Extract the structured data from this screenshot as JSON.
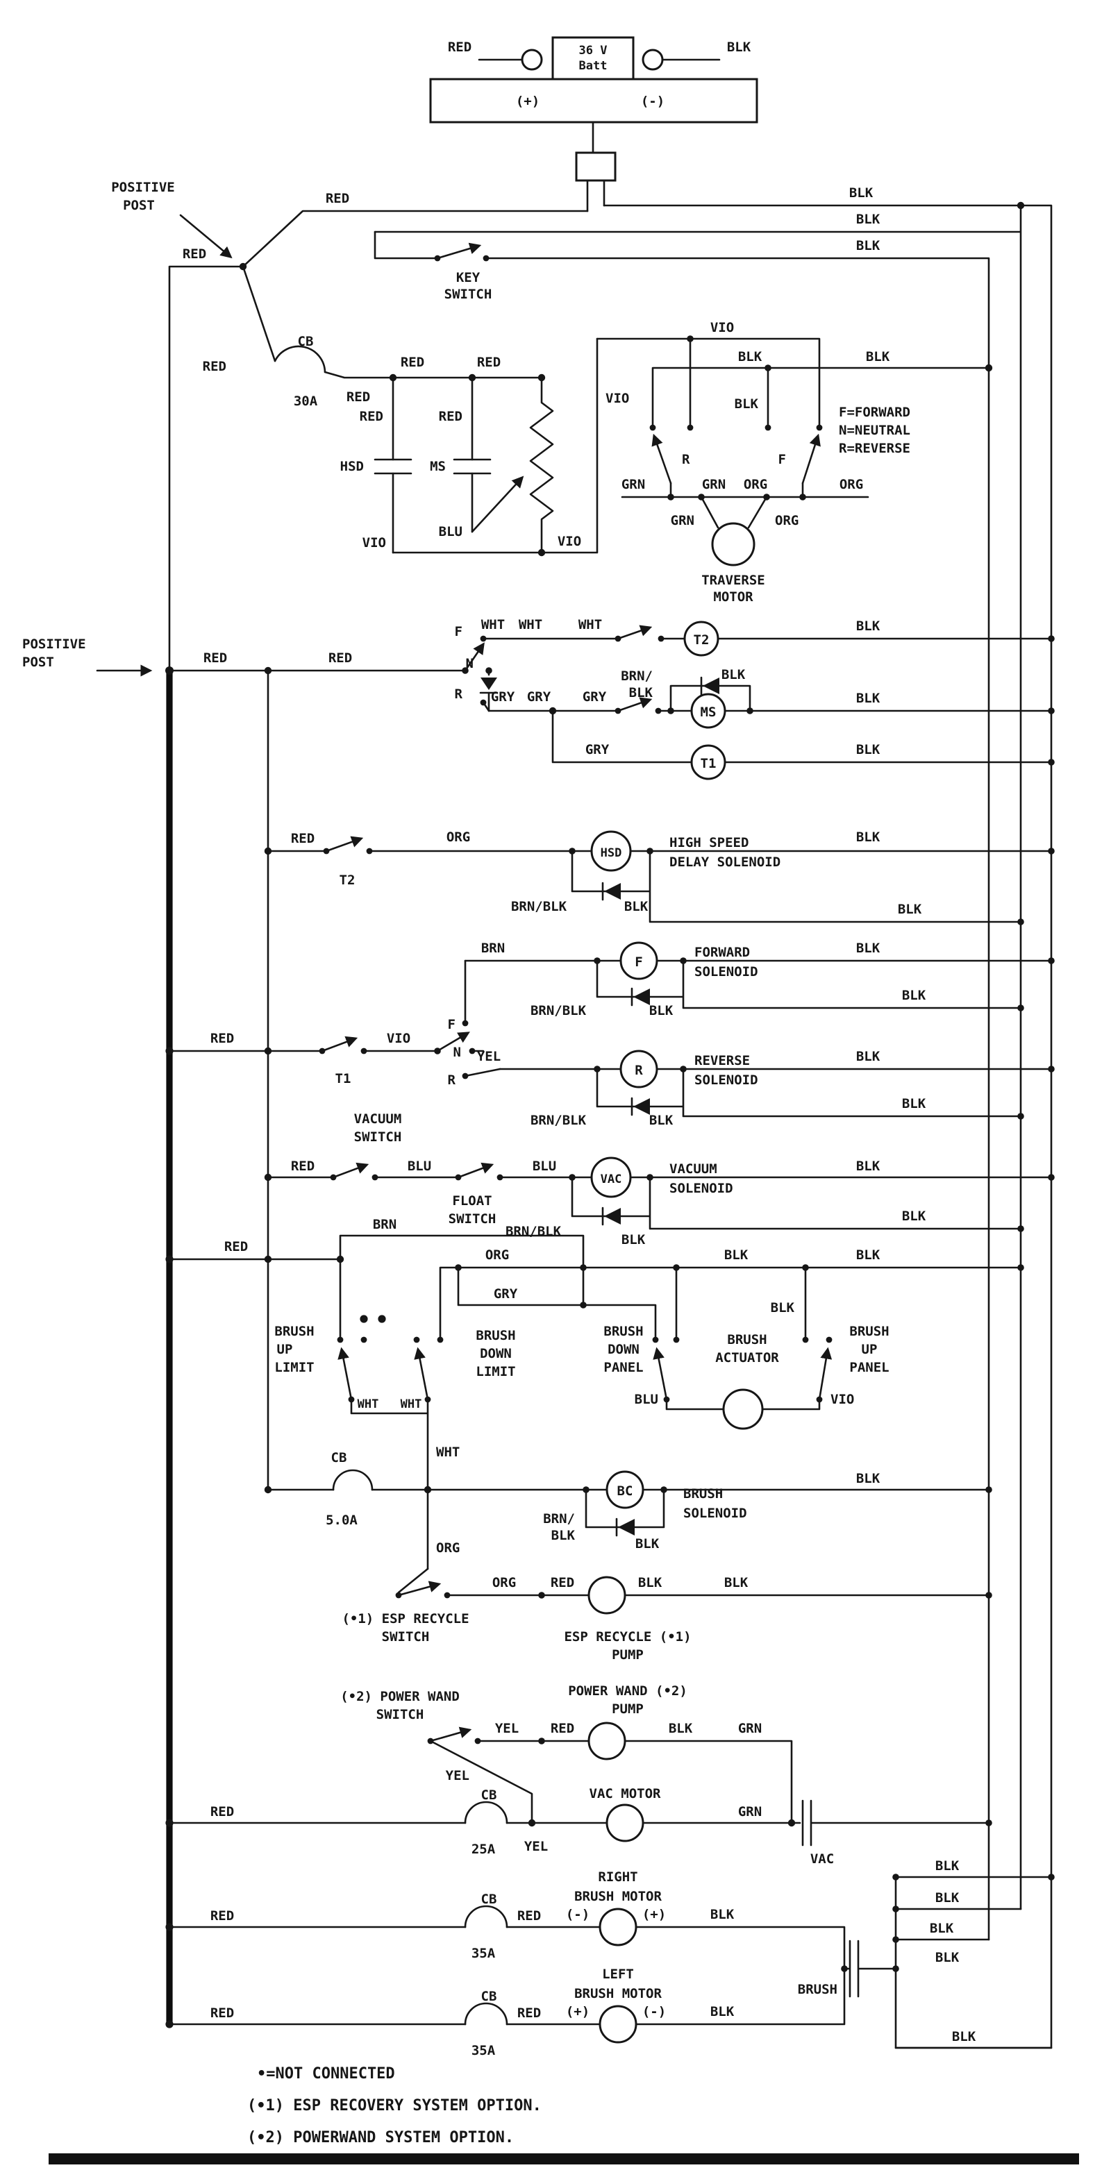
{
  "colors": {
    "red": "RED",
    "blk": "BLK",
    "vio": "VIO",
    "grn": "GRN",
    "org": "ORG",
    "wht": "WHT",
    "gry": "GRY",
    "brn": "BRN",
    "blu": "BLU",
    "yel": "YEL",
    "brn_blk": "BRN/BLK",
    "brn_slash": "BRN/"
  },
  "battery": {
    "l1": "36 V",
    "l2": "Batt",
    "pos": "(+)",
    "neg": "(-)"
  },
  "post": {
    "l1": "POSITIVE",
    "l2": "POST"
  },
  "key": {
    "l1": "KEY",
    "l2": "SWITCH"
  },
  "cb": {
    "cb": "CB",
    "a30": "30A",
    "a5": "5.0A",
    "a25": "25A",
    "a35": "35A"
  },
  "sel": {
    "f": "F",
    "n": "N",
    "r": "R",
    "feq": "F=FORWARD",
    "neq": "N=NEUTRAL",
    "req": "R=REVERSE"
  },
  "dev": {
    "t2": "T2",
    "ms": "MS",
    "t1": "T1",
    "hsd": "HSD",
    "f": "F",
    "r": "R",
    "vac": "VAC",
    "bc": "BC"
  },
  "txt": {
    "traverse": [
      "TRAVERSE",
      "MOTOR"
    ],
    "hsd": [
      "HIGH SPEED",
      "DELAY SOLENOID"
    ],
    "fwd": [
      "FORWARD",
      "SOLENOID"
    ],
    "rev": [
      "REVERSE",
      "SOLENOID"
    ],
    "vacsol": [
      "VACUUM",
      "SOLENOID"
    ],
    "brsol": [
      "BRUSH",
      "SOLENOID"
    ],
    "vacsw": [
      "VACUUM",
      "SWITCH"
    ],
    "floatsw": [
      "FLOAT",
      "SWITCH"
    ],
    "uplimit": [
      "BRUSH",
      "UP",
      "LIMIT"
    ],
    "downlimit": [
      "BRUSH",
      "DOWN",
      "LIMIT"
    ],
    "downpanel": [
      "BRUSH",
      "DOWN",
      "PANEL"
    ],
    "uppanel": [
      "BRUSH",
      "UP",
      "PANEL"
    ],
    "actuator": [
      "BRUSH",
      "ACTUATOR"
    ],
    "espsw": [
      "(•1) ESP RECYCLE",
      "SWITCH"
    ],
    "esppump": [
      "ESP RECYCLE (•1)",
      "PUMP"
    ],
    "wandsw": [
      "(•2) POWER WAND",
      "SWITCH"
    ],
    "wandpump": [
      "POWER WAND (•2)",
      "PUMP"
    ],
    "vacmotor": "VAC MOTOR",
    "rmotor": [
      "RIGHT",
      "BRUSH MOTOR"
    ],
    "lmotor": [
      "LEFT",
      "BRUSH MOTOR"
    ],
    "brush_contact": "BRUSH",
    "vac_contact": "VAC",
    "plus": "(+)",
    "minus": "(-)"
  },
  "legend": {
    "l1": "•=NOT CONNECTED",
    "l2": "(•1) ESP RECOVERY SYSTEM OPTION.",
    "l3": "(•2) POWERWAND SYSTEM OPTION."
  }
}
